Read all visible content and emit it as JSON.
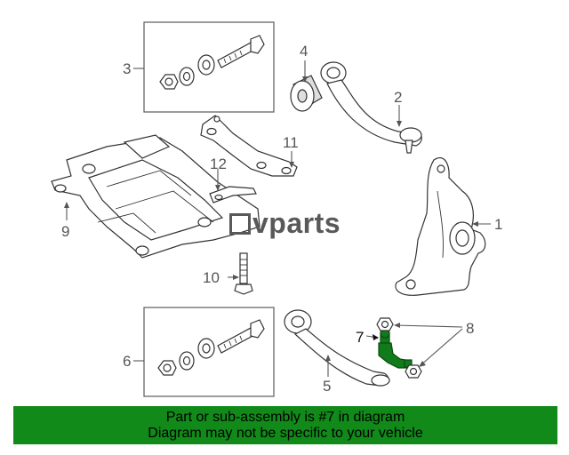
{
  "diagram": {
    "callouts": {
      "c1": "1",
      "c2": "2",
      "c3": "3",
      "c4": "4",
      "c5": "5",
      "c6": "6",
      "c7": "7",
      "c8": "8",
      "c9": "9",
      "c10": "10",
      "c11": "11",
      "c12": "12"
    },
    "watermark": "vparts",
    "colors": {
      "highlight": "#117a1a",
      "banner": "#118a1a",
      "line": "#333333"
    }
  },
  "banner": {
    "line1": "Part or sub-assembly is #7 in diagram",
    "line2": "Diagram may not be specific to your vehicle"
  }
}
